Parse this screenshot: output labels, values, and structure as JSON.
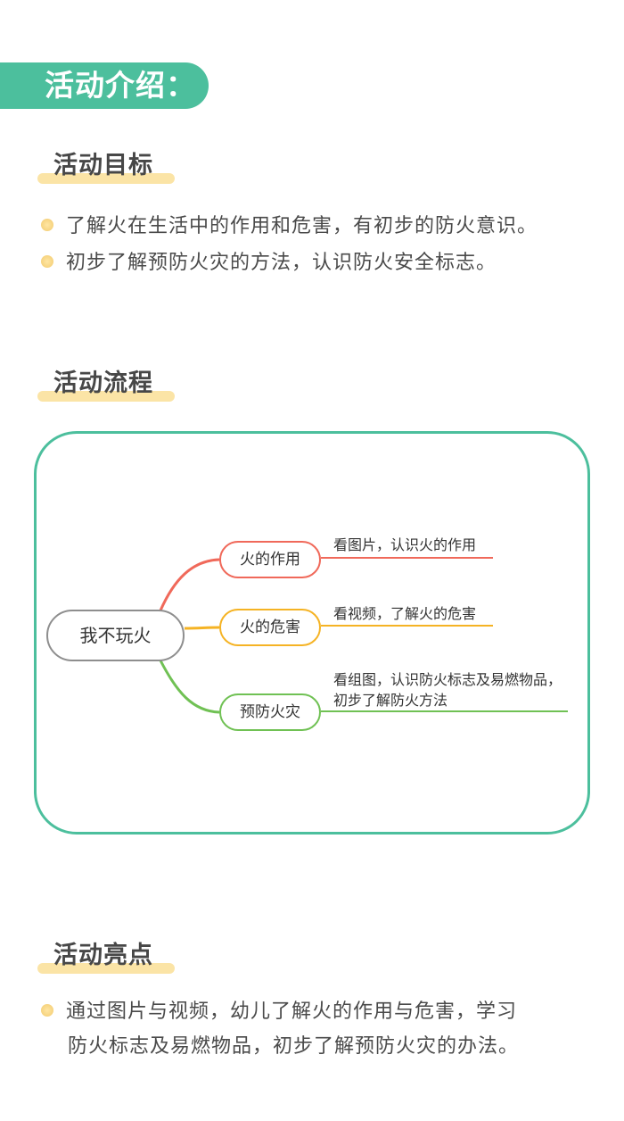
{
  "intro": {
    "label": "活动介绍："
  },
  "goals": {
    "heading": "活动目标",
    "items": [
      "了解火在生活中的作用和危害，有初步的防火意识。",
      "初步了解预防火灾的方法，认识防火安全标志。"
    ]
  },
  "process": {
    "heading": "活动流程",
    "mindmap": {
      "root": "我不玩火",
      "branches": [
        {
          "label": "火的作用",
          "desc_lines": [
            "看图片，认识火的作用"
          ],
          "color": "#f0695a"
        },
        {
          "label": "火的危害",
          "desc_lines": [
            "看视频，了解火的危害"
          ],
          "color": "#f5b324"
        },
        {
          "label": "预防火灾",
          "desc_lines": [
            "看组图，认识防火标志及易燃物品，",
            "初步了解防火方法"
          ],
          "color": "#70c154"
        }
      ]
    }
  },
  "highlights": {
    "heading": "活动亮点",
    "lines": [
      "通过图片与视频，幼儿了解火的作用与危害，学习",
      "防火标志及易燃物品，初步了解预防火灾的办法。"
    ]
  },
  "colors": {
    "accent": "#4cbf9d",
    "highlight": "#fbe4a6",
    "bullet": "#f6d37f"
  }
}
